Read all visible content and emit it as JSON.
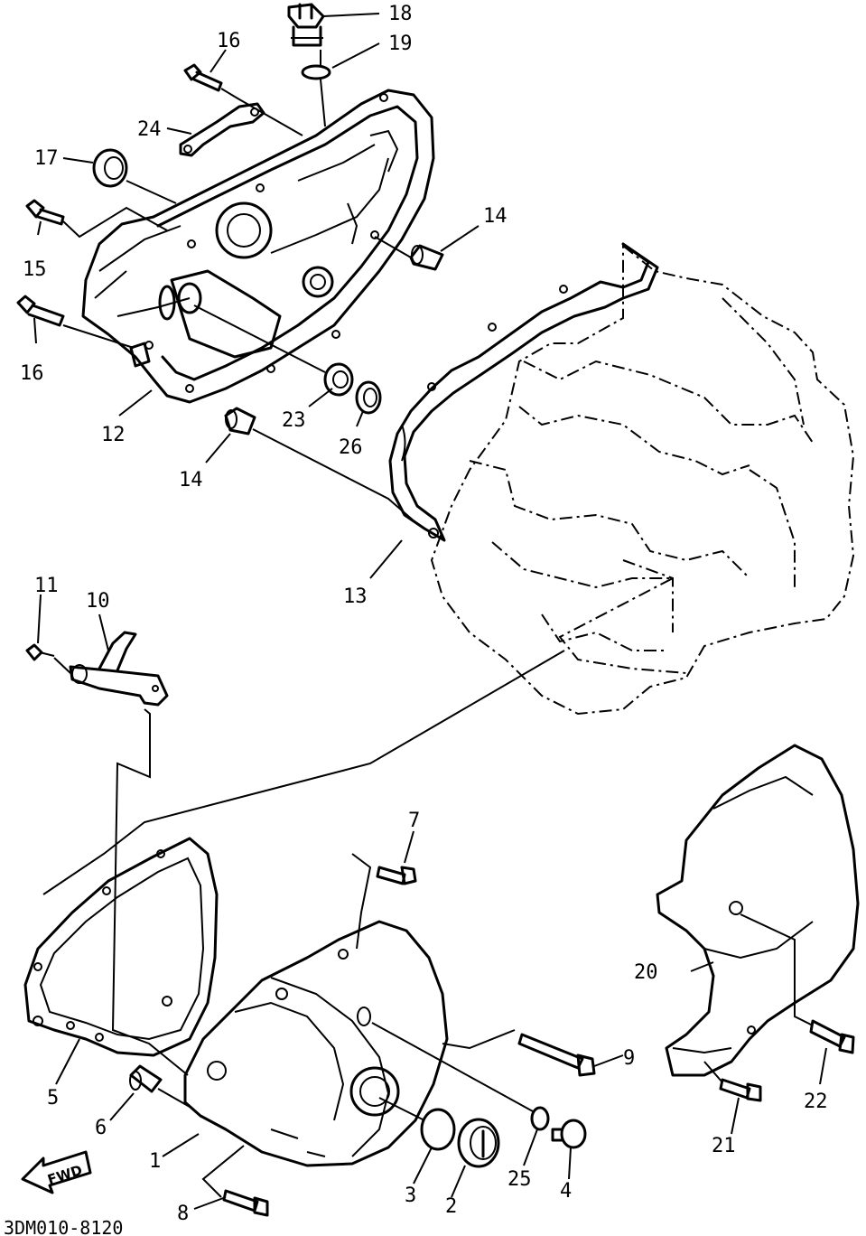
{
  "diagram": {
    "drawing_code": "3DM010-8120",
    "fwd_label": "FWD",
    "callouts": [
      {
        "id": "c18",
        "text": "18"
      },
      {
        "id": "c19",
        "text": "19"
      },
      {
        "id": "c16a",
        "text": "16"
      },
      {
        "id": "c24",
        "text": "24"
      },
      {
        "id": "c17",
        "text": "17"
      },
      {
        "id": "c15",
        "text": "15"
      },
      {
        "id": "c14a",
        "text": "14"
      },
      {
        "id": "c16b",
        "text": "16"
      },
      {
        "id": "c12",
        "text": "12"
      },
      {
        "id": "c23",
        "text": "23"
      },
      {
        "id": "c26",
        "text": "26"
      },
      {
        "id": "c14b",
        "text": "14"
      },
      {
        "id": "c13",
        "text": "13"
      },
      {
        "id": "c11",
        "text": "11"
      },
      {
        "id": "c10",
        "text": "10"
      },
      {
        "id": "c7",
        "text": "7"
      },
      {
        "id": "c20",
        "text": "20"
      },
      {
        "id": "c9",
        "text": "9"
      },
      {
        "id": "c22",
        "text": "22"
      },
      {
        "id": "c5",
        "text": "5"
      },
      {
        "id": "c6",
        "text": "6"
      },
      {
        "id": "c1",
        "text": "1"
      },
      {
        "id": "c21",
        "text": "21"
      },
      {
        "id": "c3",
        "text": "3"
      },
      {
        "id": "c2",
        "text": "2"
      },
      {
        "id": "c25",
        "text": "25"
      },
      {
        "id": "c4",
        "text": "4"
      },
      {
        "id": "c8",
        "text": "8"
      }
    ]
  }
}
